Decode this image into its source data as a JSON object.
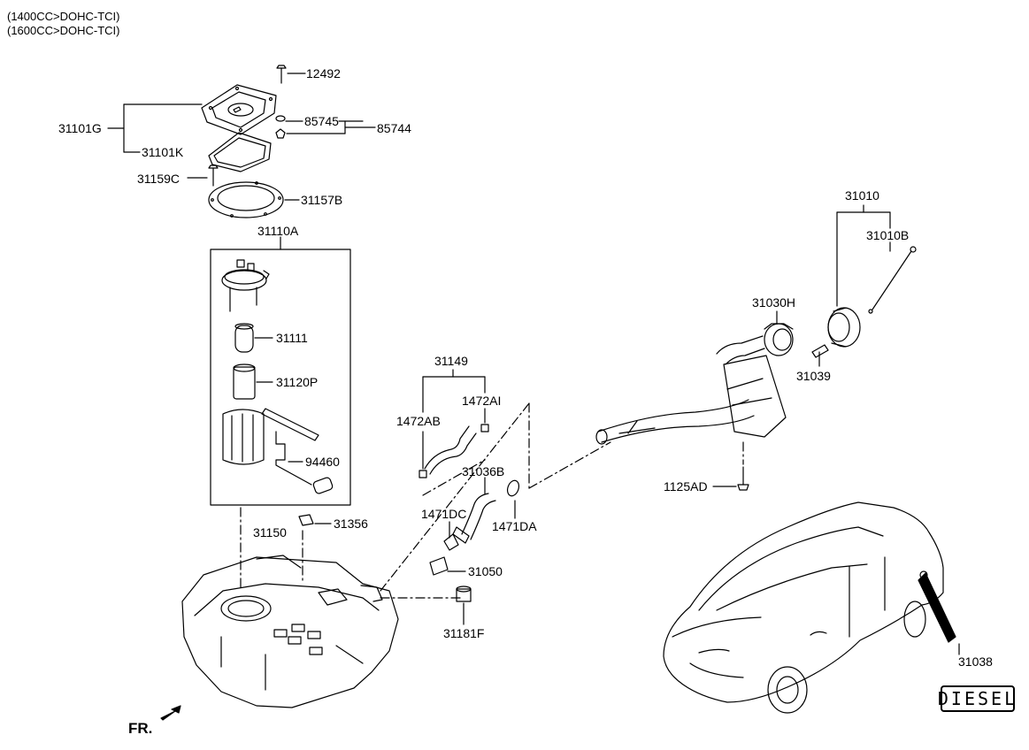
{
  "header": {
    "line1": "(1400CC>DOHC-TCI)",
    "line2": "(1600CC>DOHC-TCI)"
  },
  "parts": {
    "p12492": "12492",
    "p31101G": "31101G",
    "p85745": "85745",
    "p85744": "85744",
    "p31101K": "31101K",
    "p31159C": "31159C",
    "p31157B": "31157B",
    "p31110A": "31110A",
    "p31111": "31111",
    "p31120P": "31120P",
    "p94460": "94460",
    "p31150": "31150",
    "p31356": "31356",
    "p31149": "31149",
    "p1472AB": "1472AB",
    "p1472AI": "1472AI",
    "p31036B": "31036B",
    "p1471DC": "1471DC",
    "p1471DA": "1471DA",
    "p31050": "31050",
    "p31181F": "31181F",
    "p31010": "31010",
    "p31010B": "31010B",
    "p31030H": "31030H",
    "p31039": "31039",
    "p1125AD": "1125AD",
    "p31038": "31038"
  },
  "fr_label": "FR.",
  "diesel_label": "DIESEL"
}
